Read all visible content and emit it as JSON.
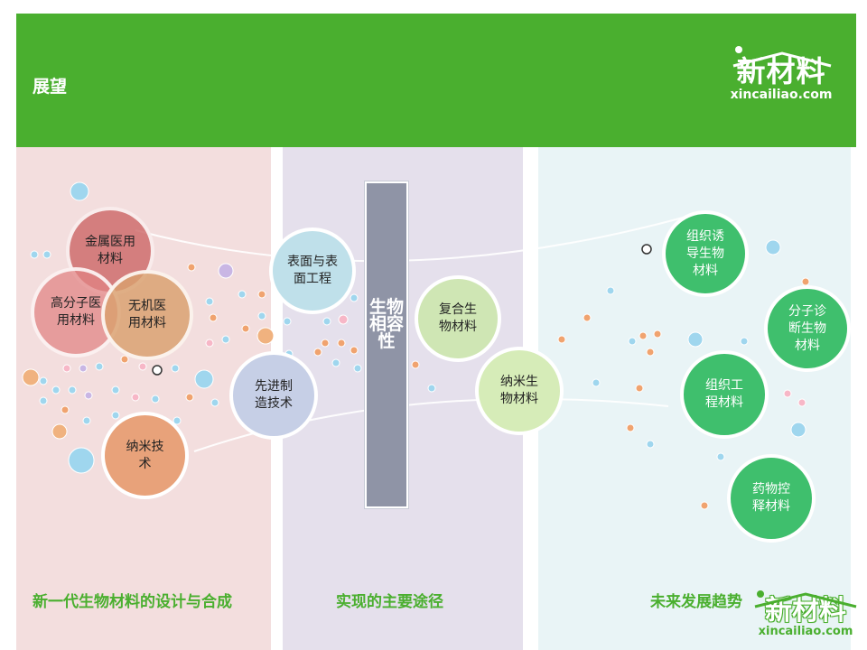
{
  "header": {
    "title": "展望"
  },
  "logo": {
    "zh": "新材料",
    "en": "xincailiao.com"
  },
  "center_bar": {
    "label": "生物相容性"
  },
  "nodes": {
    "jinshu": "金属医用\n材料",
    "gaofenzi": "高分子医\n用材料",
    "wuji": "无机医\n用材料",
    "nami": "纳米技\n术",
    "biaomian": "表面与表\n面工程",
    "xianjin": "先进制\n造技术",
    "fuhe": "复合生\n物材料",
    "namisw": "纳米生\n物材料",
    "zuzhiyou": "组织诱\n导生物\n材料",
    "fenzi": "分子诊\n断生物\n材料",
    "zuzhigc": "组织工\n程材料",
    "yaowu": "药物控\n释材料"
  },
  "labels": {
    "col1": "新一代生物材料的设计与合成",
    "col2": "实现的主要途径",
    "col3": "未来发展趋势"
  },
  "colors": {
    "brand_green": "#4aaf2f",
    "node_green": "#3fbf6d"
  }
}
